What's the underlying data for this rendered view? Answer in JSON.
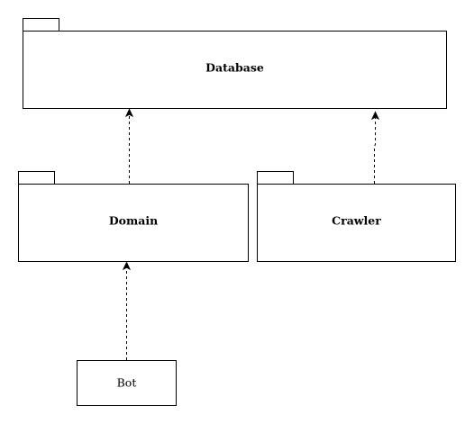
{
  "diagram": {
    "packages": {
      "database": {
        "label": "Database"
      },
      "domain": {
        "label": "Domain"
      },
      "crawler": {
        "label": "Crawler"
      }
    },
    "components": {
      "bot": {
        "label": "Bot"
      }
    },
    "dependencies": [
      {
        "from": "Domain",
        "to": "Database"
      },
      {
        "from": "Crawler",
        "to": "Database"
      },
      {
        "from": "Bot",
        "to": "Domain"
      }
    ],
    "colors": {
      "line": "#000000",
      "fill": "#ffffff"
    }
  }
}
